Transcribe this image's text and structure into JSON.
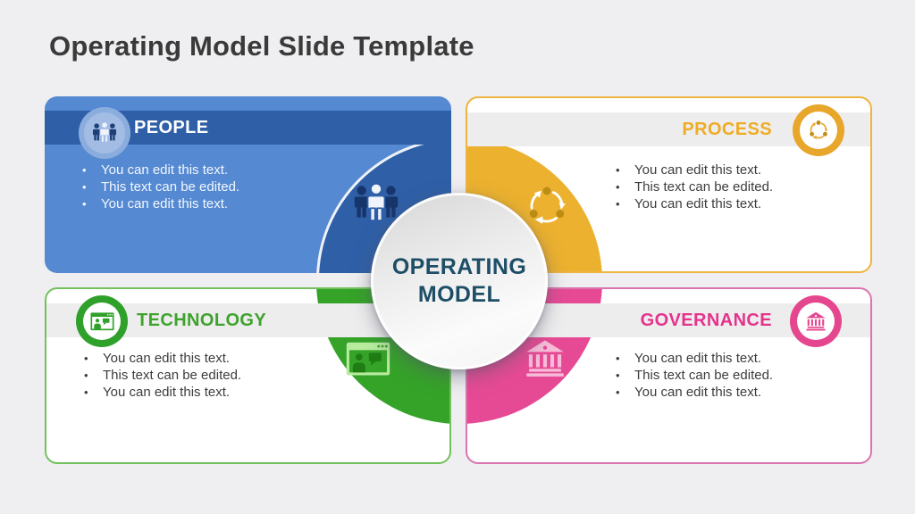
{
  "slide": {
    "title": "Operating Model Slide Template",
    "center": {
      "label": "OPERATING MODEL",
      "text_color": "#1d4e66"
    },
    "background_color": "#efeef0",
    "quadrants": [
      {
        "id": "people",
        "label": "PEOPLE",
        "icon": "people-group-icon",
        "accent": "#2e5fa7",
        "body_color": "#5589d1",
        "label_color": "#ffffff",
        "bullets": [
          "You can edit this text.",
          "This text can be edited.",
          "You can edit this text."
        ]
      },
      {
        "id": "process",
        "label": "PROCESS",
        "icon": "cycle-arrows-icon",
        "accent": "#e8a62a",
        "wedge_color": "#ecb12f",
        "label_color": "#eeac25",
        "bullets": [
          "You can edit this text.",
          "This text can be edited.",
          "You can edit this text."
        ]
      },
      {
        "id": "technology",
        "label": "TECHNOLOGY",
        "icon": "video-conference-icon",
        "accent": "#2fa02a",
        "wedge_color": "#35a328",
        "label_color": "#3ea32d",
        "bullets": [
          "You can edit this text.",
          "This text can be edited.",
          "You can edit this text."
        ]
      },
      {
        "id": "governance",
        "label": "GOVERNANCE",
        "icon": "bank-building-icon",
        "accent": "#e5478f",
        "wedge_color": "#e74a95",
        "label_color": "#e5338c",
        "bullets": [
          "You can edit this text.",
          "This text can be edited.",
          "You can edit this text."
        ]
      }
    ]
  }
}
